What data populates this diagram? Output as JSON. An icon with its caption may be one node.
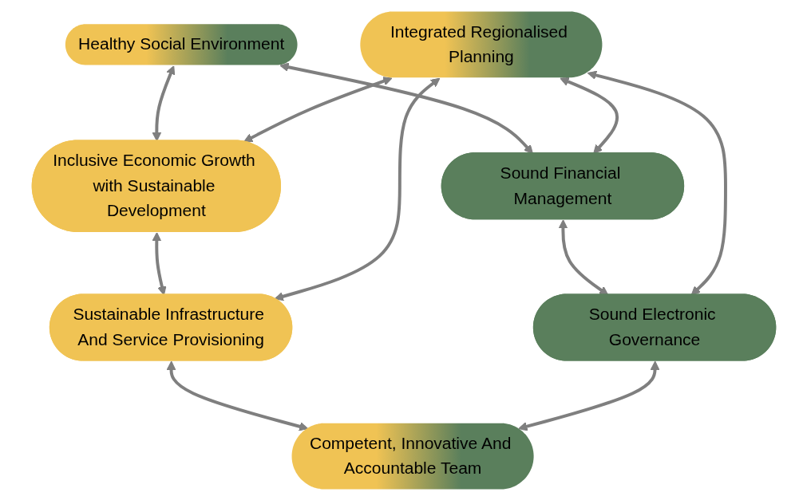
{
  "diagram": {
    "nodes": [
      {
        "text": [
          "Healthy Social Environment"
        ]
      },
      {
        "text": [
          "Inclusive Economic Growth with Sustainable Development"
        ]
      },
      {
        "text": [
          "Sound Financial Management"
        ]
      },
      {
        "text": [
          "Integrated Regionalised Planning"
        ]
      },
      {
        "text": [
          "Sustainable Infrastructure And Service Provisioning"
        ]
      },
      {
        "text": [
          "Sound Electronic Governance"
        ]
      },
      {
        "text": [
          "Competent, Innovative And Accountable Team"
        ]
      }
    ],
    "edges": [
      {
        "from": 0,
        "to": 1,
        "arrow": "both"
      },
      {
        "from": 0,
        "to": 2,
        "arrow": "both"
      },
      {
        "from": 3,
        "to": 1,
        "arrow": "both"
      },
      {
        "from": 3,
        "to": 2,
        "arrow": "both"
      },
      {
        "from": 1,
        "to": 4,
        "arrow": "both"
      },
      {
        "from": 2,
        "to": 5,
        "arrow": "both"
      },
      {
        "from": 3,
        "to": 4,
        "arrow": "both"
      },
      {
        "from": 3,
        "to": 5,
        "arrow": "both"
      },
      {
        "from": 4,
        "to": 6,
        "arrow": "both"
      },
      {
        "from": 5,
        "to": 6,
        "arrow": "both"
      }
    ]
  }
}
